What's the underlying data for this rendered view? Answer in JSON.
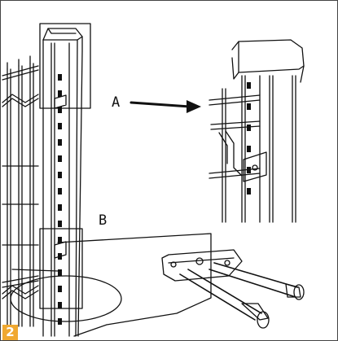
{
  "labels": {
    "a": "A",
    "b": "B"
  },
  "step": {
    "number": "2"
  },
  "colors": {
    "line": "#111111",
    "badge": "#f0a830",
    "paper": "#ffffff"
  },
  "icons": [
    "arrow-right-icon",
    "pliers-tool-icon"
  ]
}
